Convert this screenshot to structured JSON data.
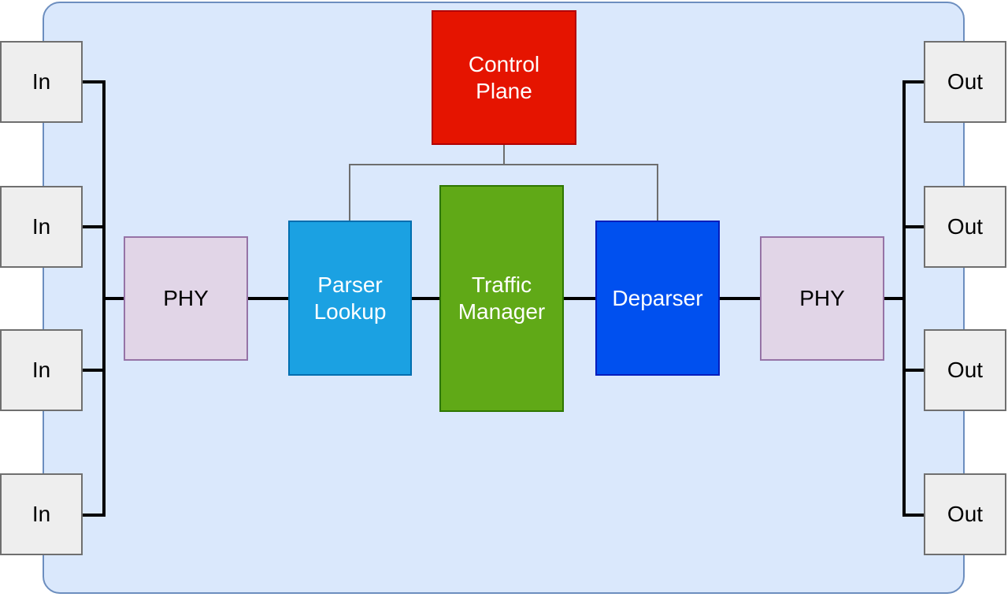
{
  "diagram": {
    "inputs": [
      {
        "label": "In"
      },
      {
        "label": "In"
      },
      {
        "label": "In"
      },
      {
        "label": "In"
      }
    ],
    "outputs": [
      {
        "label": "Out"
      },
      {
        "label": "Out"
      },
      {
        "label": "Out"
      },
      {
        "label": "Out"
      }
    ],
    "phy_in": {
      "label": "PHY"
    },
    "phy_out": {
      "label": "PHY"
    },
    "parser_lookup": {
      "label": "Parser\nLookup"
    },
    "traffic_manager": {
      "label": "Traffic\nManager"
    },
    "deparser": {
      "label": "Deparser"
    },
    "control_plane": {
      "label": "Control\nPlane"
    }
  },
  "colors": {
    "switch_body": "#dae8fc",
    "switch_border": "#6c8ebf",
    "port_fill": "#eeeeee",
    "phy_fill": "#e1d5e7",
    "parser_lookup": "#1ba1e2",
    "traffic_manager": "#60a917",
    "deparser": "#0050ef",
    "control_plane": "#e51400"
  }
}
